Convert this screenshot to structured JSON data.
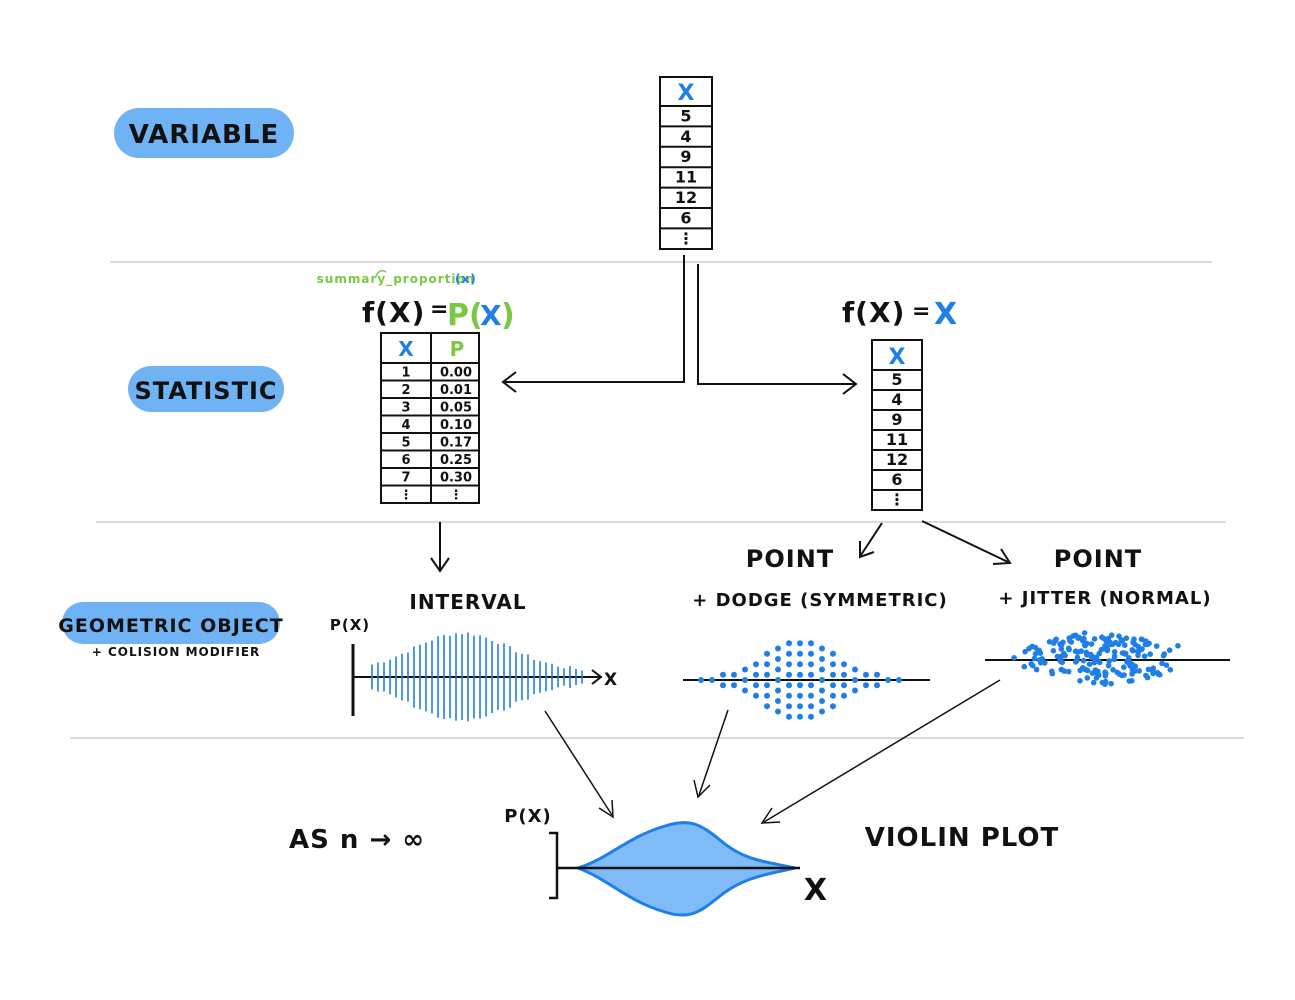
{
  "colors": {
    "pill": "#6fb3f5",
    "blue": "#1f7fe6",
    "green": "#7ac943",
    "ink": "#111111",
    "divider": "#d9d9d9",
    "violin_fill": "#7fbcf7"
  },
  "rows": {
    "variable": "VARIABLE",
    "statistic": "STATISTIC",
    "geometric_object": "GEOMETRIC OBJECT",
    "collision_modifier": "+ COLISION MODIFIER"
  },
  "top_table": {
    "header": "X",
    "values": [
      "5",
      "4",
      "9",
      "11",
      "12",
      "6",
      "⋮"
    ]
  },
  "left_stat": {
    "fx": "f(X)",
    "eq": "=",
    "px": "P",
    "paren_open": "(",
    "x": "X",
    "paren_close": ")",
    "annotation": "summary_proportion",
    "annotation_x": "(x)",
    "table": {
      "headers": [
        "X",
        "P"
      ],
      "rows": [
        [
          "1",
          "0.00"
        ],
        [
          "2",
          "0.01"
        ],
        [
          "3",
          "0.05"
        ],
        [
          "4",
          "0.10"
        ],
        [
          "5",
          "0.17"
        ],
        [
          "6",
          "0.25"
        ],
        [
          "7",
          "0.30"
        ],
        [
          "⋮",
          "⋮"
        ]
      ]
    }
  },
  "right_stat": {
    "fx": "f(X)",
    "eq": "=",
    "x": "X",
    "table": {
      "header": "X",
      "values": [
        "5",
        "4",
        "9",
        "11",
        "12",
        "6",
        "⋮"
      ]
    }
  },
  "geoms": {
    "interval": {
      "label": "INTERVAL",
      "ylabel": "P(X)",
      "xlabel": "X"
    },
    "dodge": {
      "label_line1": "POINT",
      "label_line2": "+ DODGE (SYMMETRIC)"
    },
    "jitter": {
      "label_line1": "POINT",
      "label_line2": "+ JITTER (NORMAL)"
    }
  },
  "bottom": {
    "as_n": "AS n → ∞",
    "ylabel": "P(X)",
    "xlabel": "X",
    "violin_label": "VIOLIN PLOT"
  }
}
